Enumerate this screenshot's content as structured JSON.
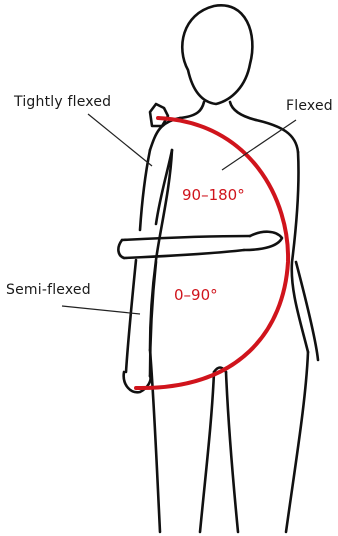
{
  "labels": {
    "tightly_flexed": "Tightly flexed",
    "flexed": "Flexed",
    "semi_flexed": "Semi-flexed"
  },
  "ranges": {
    "flexed": "90–180°",
    "semi_flexed": "0–90°"
  },
  "colors": {
    "arc": "#d0141c",
    "ink": "#111111",
    "range_text": "#d0141c"
  }
}
